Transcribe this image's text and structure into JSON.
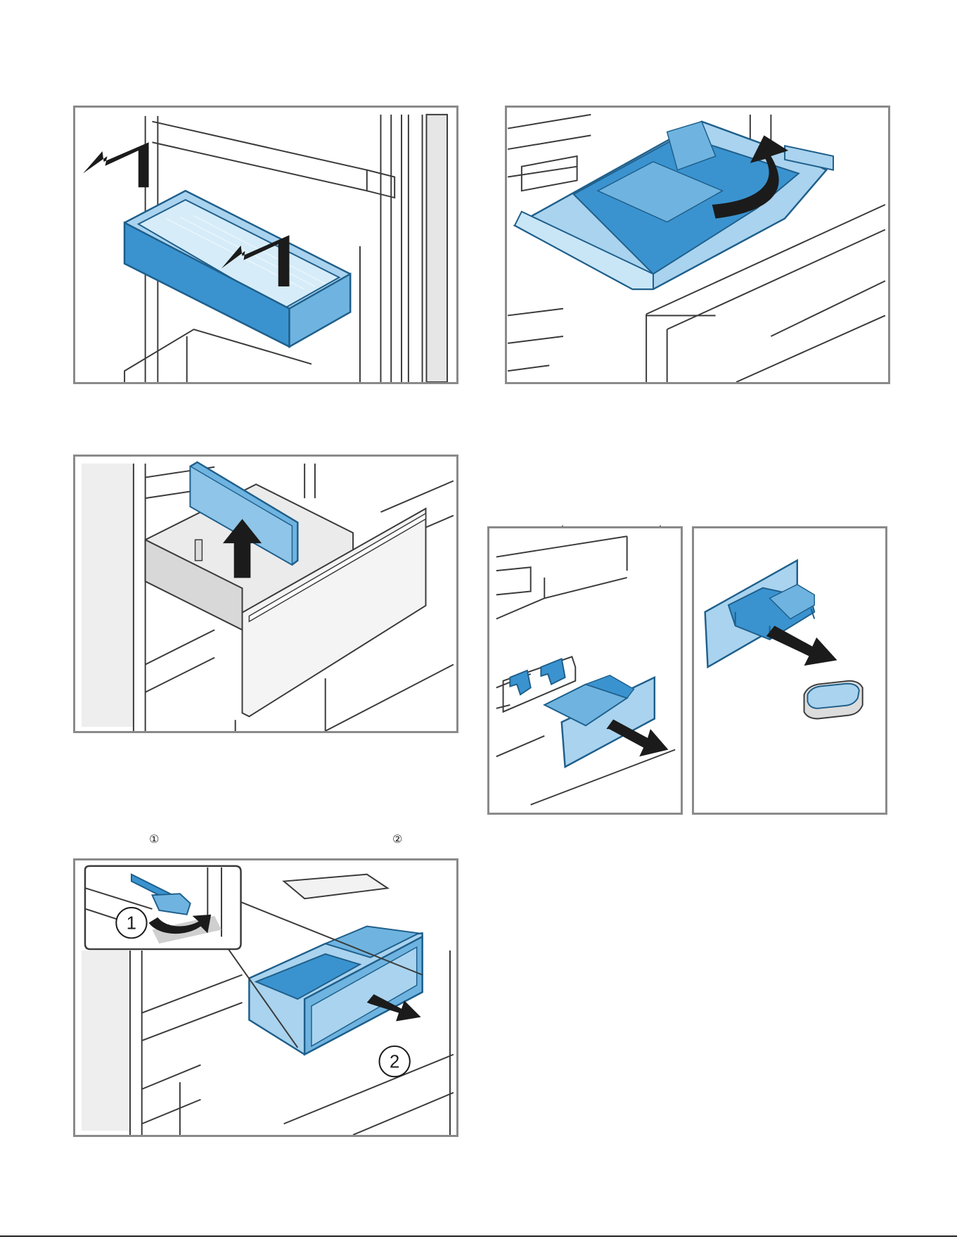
{
  "markers": {
    "step_one": "①",
    "step_two": "②"
  },
  "callouts": {
    "label_one": "1",
    "label_two": "2"
  },
  "colors": {
    "accent_blue": "#3a93cf",
    "light_blue": "#a9d3ee",
    "pale_blue": "#c9e6f7",
    "frame_grey": "#8a8a8a",
    "arrow_black": "#1b1b1b",
    "line_grey": "#3a3a3a"
  },
  "icons": {
    "pull_arrow": "arrow-icon",
    "lift_arrow": "arrow-up-icon",
    "rotate_arrow": "curved-arrow-icon"
  }
}
